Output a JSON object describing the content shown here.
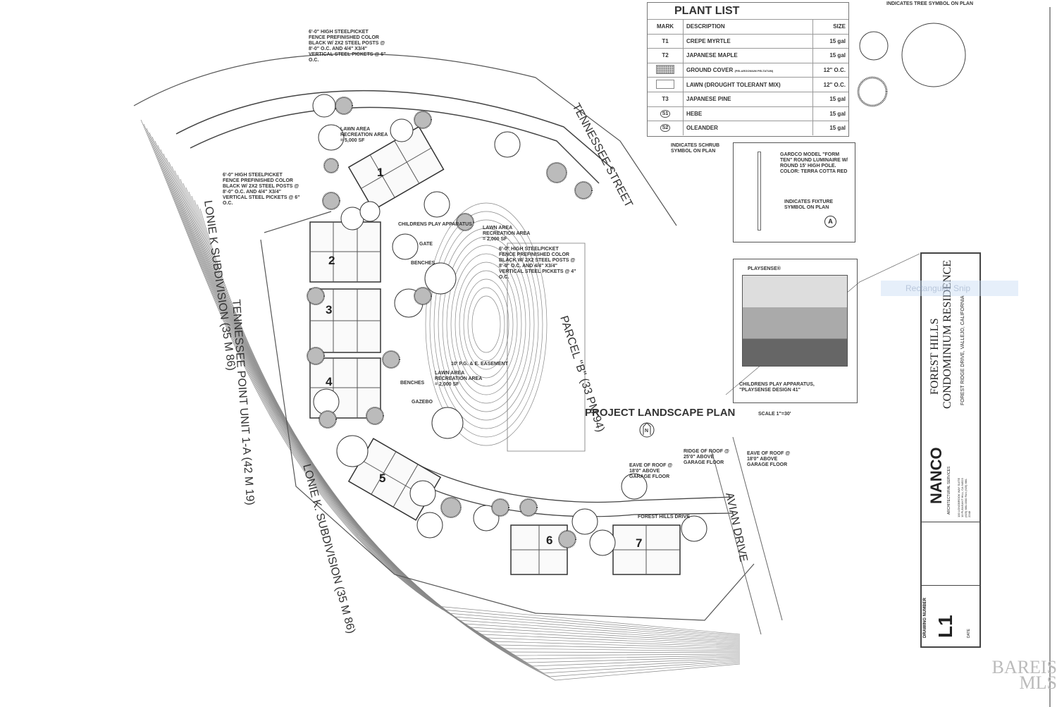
{
  "plant_list": {
    "title": "PLANT LIST",
    "headers": {
      "mark": "MARK",
      "description": "DESCRIPTION",
      "size": "SIZE"
    },
    "rows": [
      {
        "mark": "T1",
        "description": "CREPE MYRTLE",
        "note": "",
        "size": "15 gal"
      },
      {
        "mark": "T2",
        "description": "JAPANESE MAPLE",
        "note": "",
        "size": "15 gal"
      },
      {
        "mark": "",
        "swatch": "dots",
        "description": "GROUND COVER",
        "note": "(PELARGONIUM PELTATUM)",
        "size": "12\" O.C."
      },
      {
        "mark": "",
        "swatch": "blank",
        "description": "LAWN (DROUGHT TOLERANT MIX)",
        "note": "",
        "size": "12\" O.C."
      },
      {
        "mark": "T3",
        "description": "JAPANESE PINE",
        "note": "",
        "size": "15 gal"
      },
      {
        "mark": "S1",
        "description": "HEBE",
        "note": "",
        "size": "15 gal"
      },
      {
        "mark": "S2",
        "description": "OLEANDER",
        "note": "",
        "size": "15 gal"
      }
    ],
    "shrub_note": "INDICATES SCHRUB SYMBOL ON PLAN",
    "tree_note": "INDICATES TREE SYMBOL ON PLAN"
  },
  "fixture": {
    "description": "GARDCO MODEL \"FORM TEN\" ROUND LUMINAIRE W/ ROUND 15' HIGH POLE. COLOR: TERRA COTTA RED",
    "note": "INDICATES FIXTURE SYMBOL ON PLAN",
    "symbol": "A"
  },
  "play": {
    "brand": "PLAYSENSE®",
    "caption": "CHILDRENS PLAY APPARATUS, \"PLAYSENSE DESIGN 41\""
  },
  "plan": {
    "title": "PROJECT LANDSCAPE PLAN",
    "scale": "SCALE 1\"=30'",
    "north": "N",
    "buildings": [
      "1",
      "2",
      "3",
      "4",
      "5",
      "6",
      "7"
    ],
    "streets": {
      "tennessee": "TENNESSEE STREET",
      "avian": "AVIAN DRIVE",
      "forest_hills": "FOREST HILLS DRIVE"
    },
    "parcels": {
      "lonie_top": "LONIE K SUBDIVISION (35 M 86)",
      "tennessee_point": "TENNESSEE POINT UNIT 1-A (42 M 19)",
      "lonie_bottom": "LONIE K. SUBDIVISION (35 M 86)",
      "parcel_b": "PARCEL \"B\" (33 PM 94)"
    },
    "annotations": {
      "fence_top": "6'-0\" HIGH STEELPICKET FENCE PREFINISHED COLOR BLACK W/ 2X2 STEEL POSTS @ 8'-0\" O.C. AND 4/4\" X3/4\" VERTICAL STEEL PICKETS @ 6\" O.C.",
      "fence_left": "6'-0\" HIGH STEELPICKET FENCE PREFINISHED COLOR BLACK W/ 2X2 STEEL POSTS @ 8'-0\" O.C. AND 4/4\" X3/4\" VERTICAL STEEL PICKETS @ 6\" O.C.",
      "fence_mid": "6'-0\" HIGH STEELPICKET FENCE PREFINISHED COLOR BLACK W/ 2X2 STEEL POSTS @ 8'-0\" O.C. AND 4/4\" X3/4\" VERTICAL STEEL PICKETS @ 4\" O.C.",
      "lawn_1": "LAWN AREA RECREATION AREA = 5,000 SF",
      "lawn_2": "LAWN AREA RECREATION AREA = 2,000 SF",
      "lawn_3": "LAWN AREA RECREATION AREA = 2,000 SF",
      "play": "CHILDRENS PLAY APPARATUS",
      "gate": "GATE",
      "benches_1": "BENCHES",
      "benches_2": "BENCHES",
      "gazebo": "GAZEBO",
      "easement": "10' P.G. & E. EASEMENT",
      "eave_1": "EAVE OF ROOF @ 18'0\" ABOVE GARAGE FLOOR",
      "ridge": "RIDGE OF ROOF @ 25'0\" ABOVE GARAGE FLOOR",
      "eave_2": "EAVE OF ROOF @ 18'0\" ABOVE GARAGE FLOOR"
    }
  },
  "title_block": {
    "project": "FOREST HILLS",
    "project_sub": "CONDOMINIUM RESIDENCE",
    "address": "FOREST RIDGE DRIVE, VALLEJO, CALIFORNIA",
    "firm": "NANCO",
    "firm_sub": "ARCHITECTURAL SERVICES",
    "firm_address": "100 LONGBROOK WAY SUITE 10 PLEASANT HILL, CA 94523 (925) 680-0300 FAX (925) 680-2248",
    "drawing_number_label": "DRAWING NUMBER",
    "drawing_number": "L1",
    "date_label": "DATE"
  },
  "overlay": {
    "snip": "Rectangular Snip"
  },
  "watermark": "BAREIS MLS"
}
